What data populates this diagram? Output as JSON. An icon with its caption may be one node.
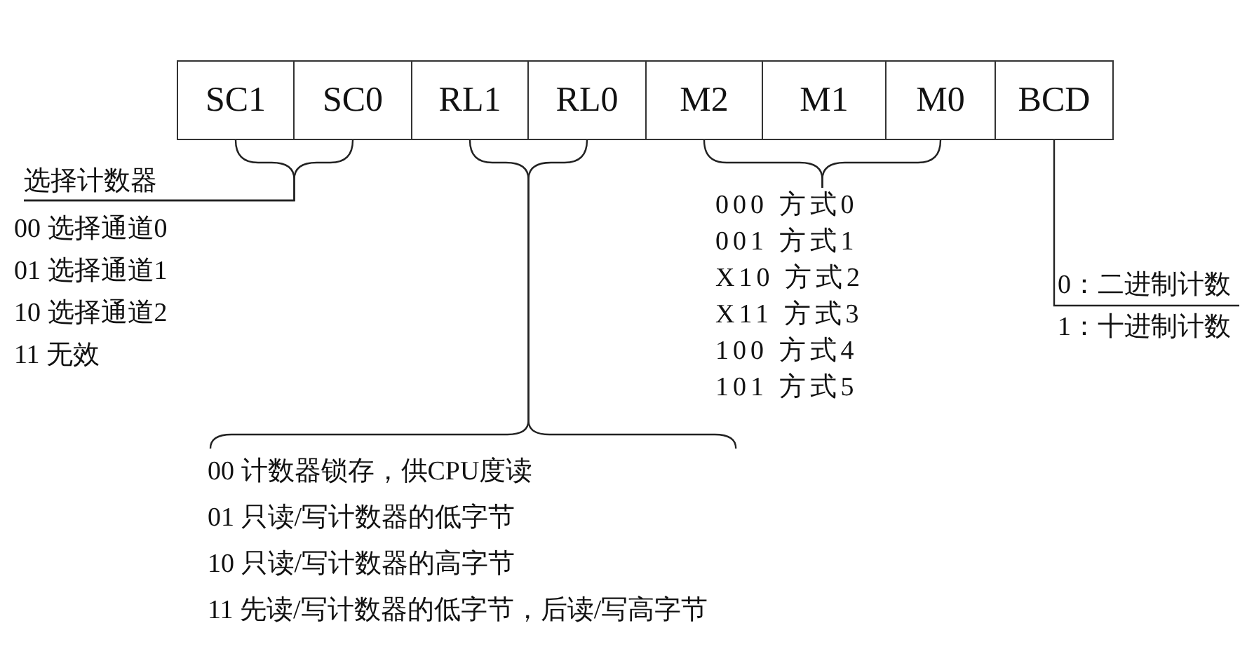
{
  "diagram": {
    "nodes": [
      {
        "text": [
          "SC1"
        ]
      },
      {
        "text": [
          "SC0"
        ]
      },
      {
        "text": [
          "RL1"
        ]
      },
      {
        "text": [
          "RL0"
        ]
      },
      {
        "text": [
          "M2"
        ]
      },
      {
        "text": [
          "M1"
        ]
      },
      {
        "text": [
          "M0"
        ]
      },
      {
        "text": [
          "BCD"
        ]
      },
      {
        "text": [
          "选择计数器"
        ]
      },
      {
        "text": [
          "00 计数器锁存，供CPU度读",
          "01 只读/写计数器的低字节",
          "10 只读/写计数器的高字节",
          "11 先读/写计数器的低字节，后读/写高字节"
        ]
      },
      {
        "text": [
          "000 方式0",
          "001 方式1",
          "X10 方式2",
          "X11 方式3",
          "100 方式4",
          "101 方式5"
        ]
      },
      {
        "text": [
          "0：二进制计数"
        ]
      }
    ],
    "edges": [
      {
        "from": 0,
        "to": 8,
        "arrow": "none"
      },
      {
        "from": 1,
        "to": 8,
        "arrow": "none"
      },
      {
        "from": 2,
        "to": 9,
        "arrow": "none"
      },
      {
        "from": 3,
        "to": 9,
        "arrow": "none"
      },
      {
        "from": 4,
        "to": 10,
        "arrow": "none"
      },
      {
        "from": 6,
        "to": 10,
        "arrow": "none"
      },
      {
        "from": 7,
        "to": 11,
        "arrow": "none"
      }
    ],
    "labels": [
      "00 选择通道0",
      "01 选择通道1",
      "10 选择通道2",
      "11 无效",
      "1：十进制计数"
    ]
  }
}
